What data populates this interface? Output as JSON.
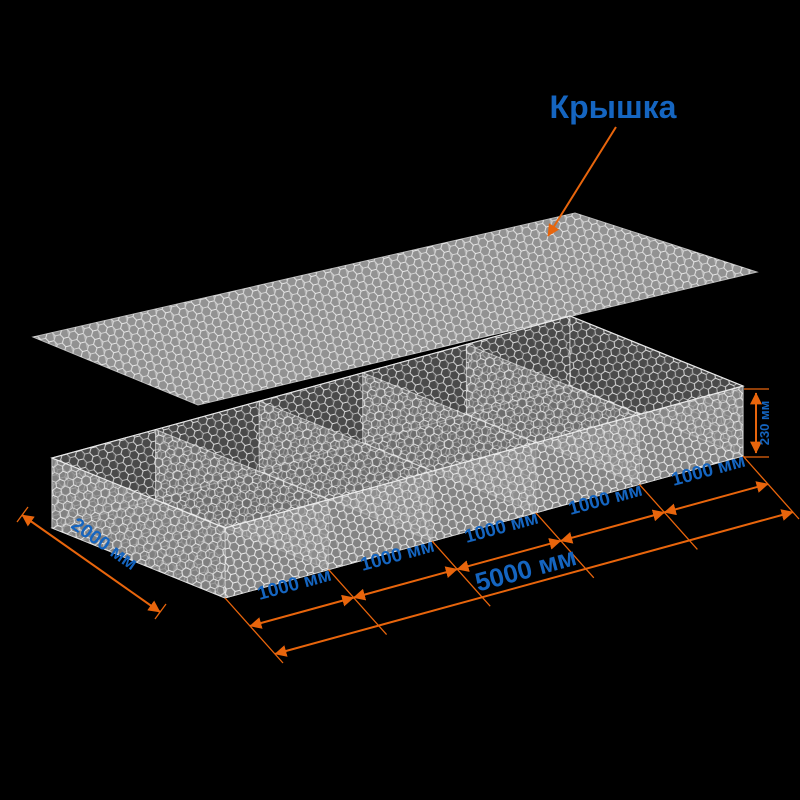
{
  "scene": {
    "lid_label": "Крышка"
  },
  "dimensions": {
    "width": "2000 мм",
    "segments": [
      "1000 мм",
      "1000 мм",
      "1000 мм",
      "1000 мм",
      "1000 мм"
    ],
    "total": "5000 мм",
    "height": "230 мм"
  },
  "colors": {
    "background": "#000000",
    "dimension": "#e8650c",
    "label": "#1565c0",
    "mesh": "#d6d6d6",
    "mesh_wire": "#ffffff"
  }
}
